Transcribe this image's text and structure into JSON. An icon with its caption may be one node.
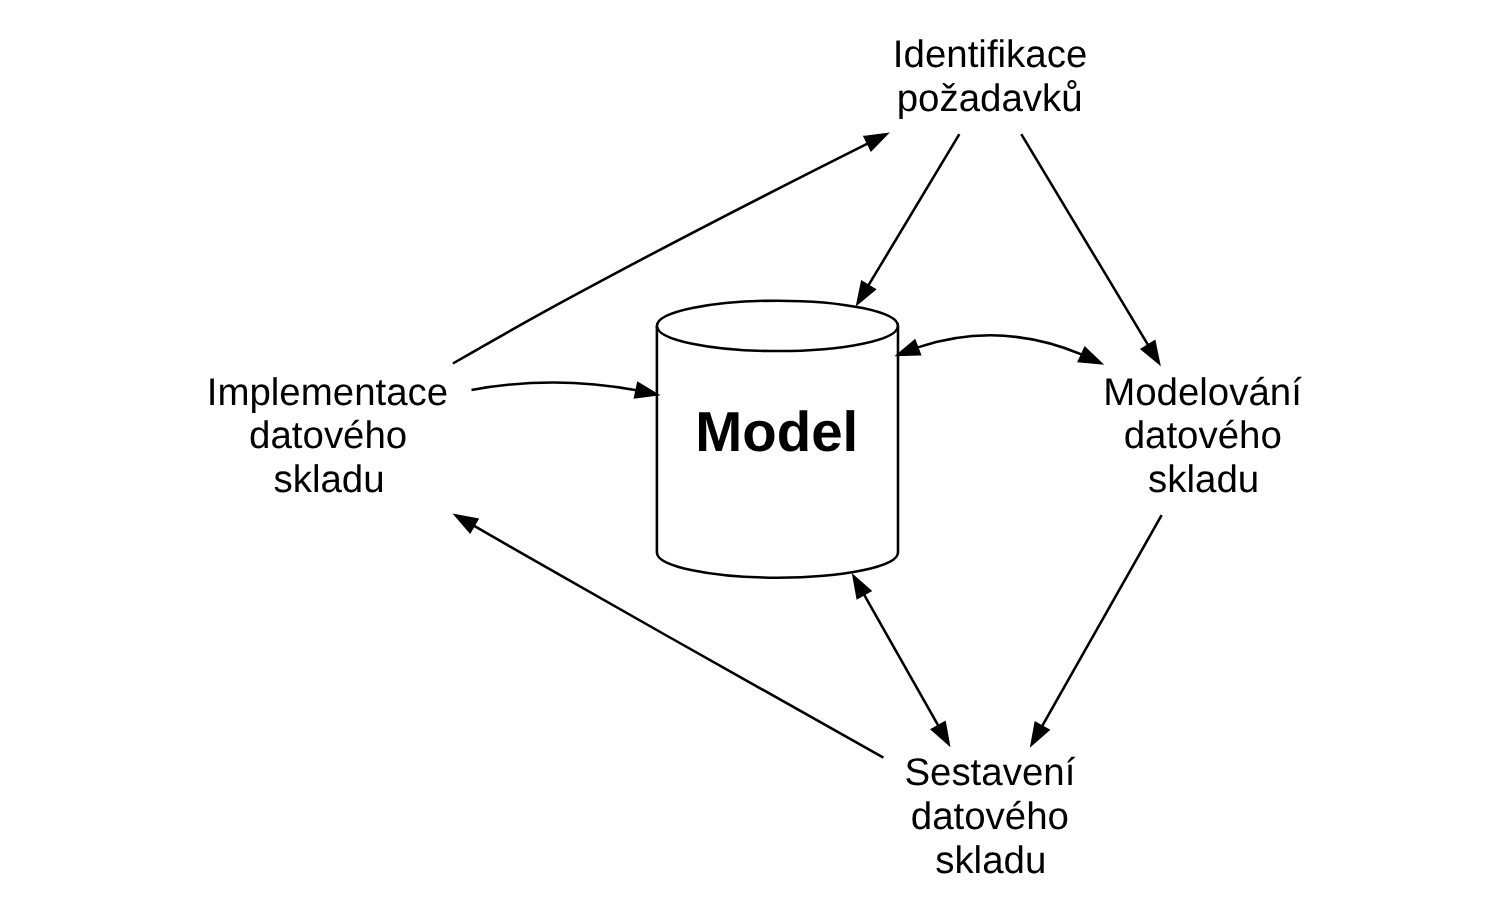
{
  "diagram": {
    "nodes": [
      {
        "text": [
          "Identifikace požadavků"
        ]
      },
      {
        "text": [
          "Model"
        ]
      },
      {
        "text": [
          "Implementace datového skladu"
        ]
      },
      {
        "text": [
          "Modelování datového skladu"
        ]
      },
      {
        "text": [
          "Sestavení datového skladu"
        ]
      }
    ],
    "edges": [
      {
        "from": 2,
        "to": 0,
        "arrow": "to"
      },
      {
        "from": 0,
        "to": 3,
        "arrow": "to"
      },
      {
        "from": 0,
        "to": 1,
        "arrow": "to"
      },
      {
        "from": 2,
        "to": 1,
        "arrow": "to"
      },
      {
        "from": 1,
        "to": 3,
        "arrow": "both"
      },
      {
        "from": 1,
        "to": 4,
        "arrow": "both"
      },
      {
        "from": 3,
        "to": 4,
        "arrow": "to"
      },
      {
        "from": 4,
        "to": 2,
        "arrow": "to"
      }
    ]
  }
}
